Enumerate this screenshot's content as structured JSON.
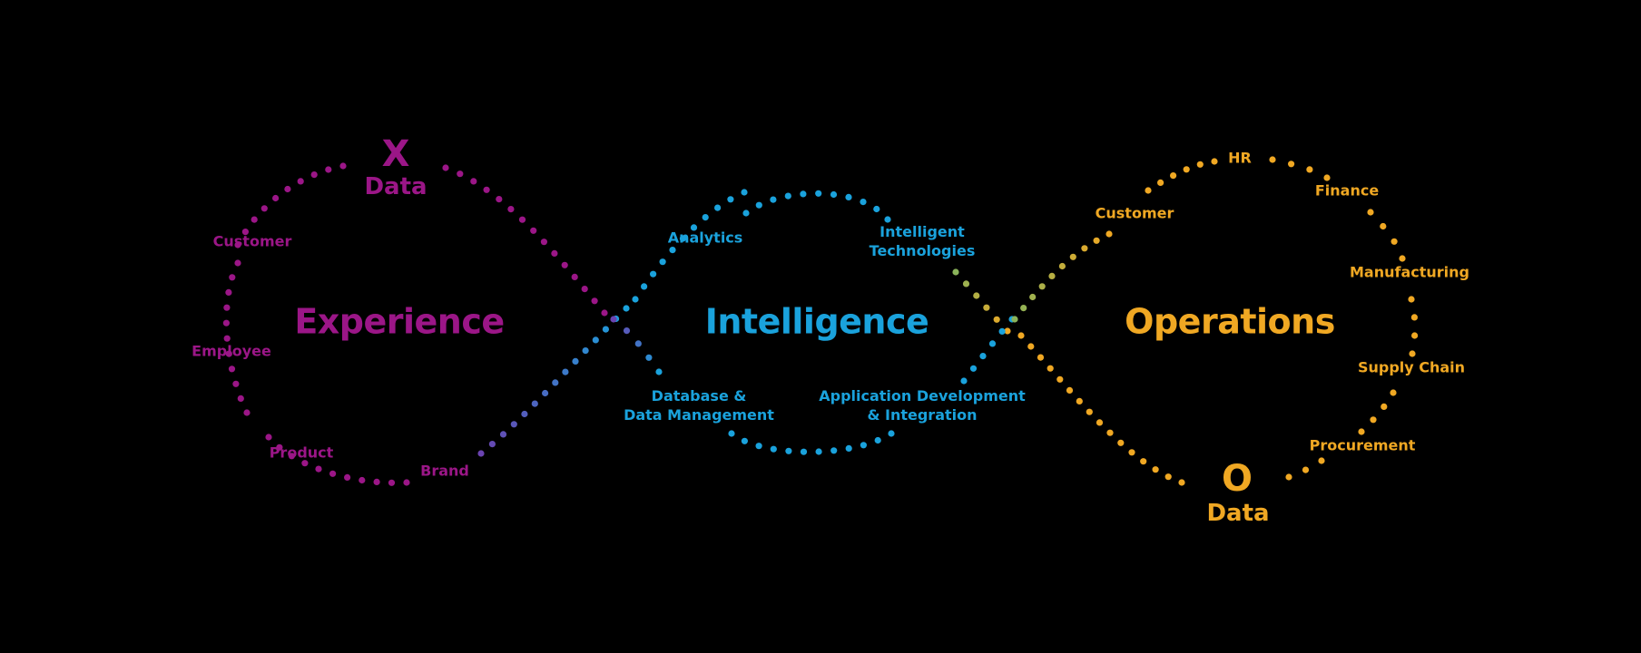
{
  "colors": {
    "background": "#000000",
    "experience": "#9b1687",
    "intelligence": "#1aa2dc",
    "operations": "#f0a823",
    "transition_x_left": "#6a43b0",
    "transition_x_right": "#8ab35a"
  },
  "experience": {
    "center": "Experience",
    "letter": "X",
    "data": "Data",
    "customer": "Customer",
    "employee": "Employee",
    "product": "Product",
    "brand": "Brand"
  },
  "intelligence": {
    "center": "Intelligence",
    "analytics": "Analytics",
    "intelligent_line1": "Intelligent",
    "intelligent_line2": "Technologies",
    "database_line1": "Database &",
    "database_line2": "Data Management",
    "appdev_line1": "Application Development",
    "appdev_line2": "& Integration"
  },
  "operations": {
    "center": "Operations",
    "letter": "O",
    "data": "Data",
    "hr": "HR",
    "customer": "Customer",
    "finance": "Finance",
    "manufacturing": "Manufacturing",
    "supply_chain": "Supply Chain",
    "procurement": "Procurement"
  }
}
